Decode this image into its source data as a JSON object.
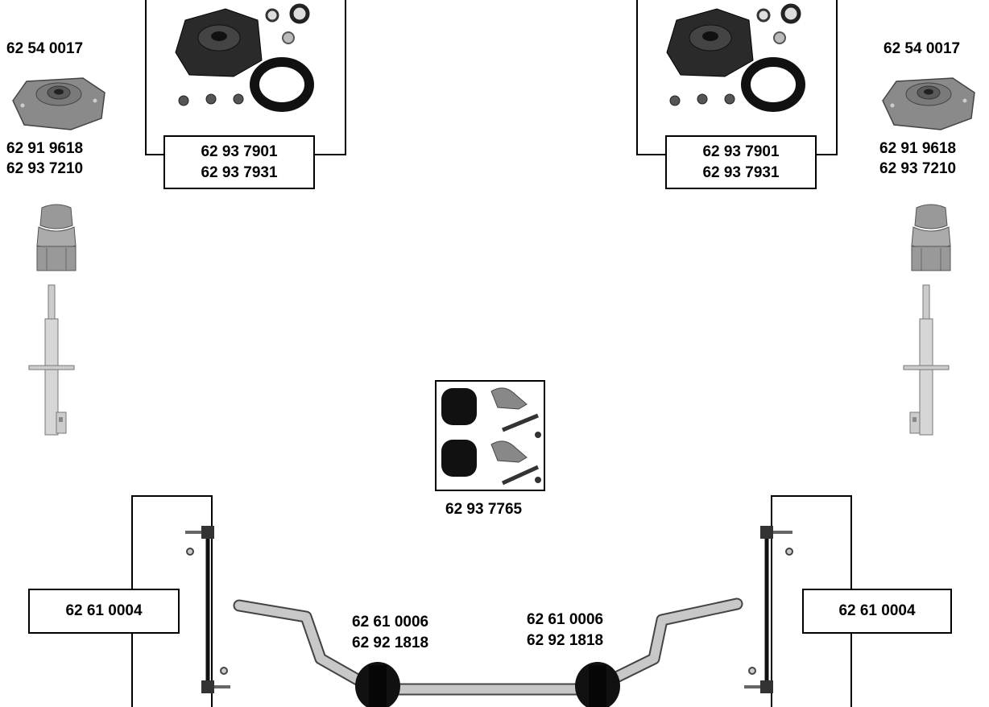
{
  "left_top_mount": {
    "part_no": "62 54 0017",
    "alt_1": "62 91 9618",
    "alt_2": "62 93 7210"
  },
  "right_top_mount": {
    "part_no": "62 54 0017",
    "alt_1": "62 91 9618",
    "alt_2": "62 93 7210"
  },
  "left_mount_kit": {
    "line_1": "62 93 7901",
    "line_2": "62 93 7931"
  },
  "right_mount_kit": {
    "line_1": "62 93 7901",
    "line_2": "62 93 7931"
  },
  "center_bush_kit": {
    "part_no": "62 93 7765"
  },
  "left_link": {
    "part_no": "62 61 0004"
  },
  "right_link": {
    "part_no": "62 61 0004"
  },
  "left_bush": {
    "line_1": "62 61 0006",
    "line_2": "62 92 1818"
  },
  "right_bush": {
    "line_1": "62 61 0006",
    "line_2": "62 92 1818"
  }
}
